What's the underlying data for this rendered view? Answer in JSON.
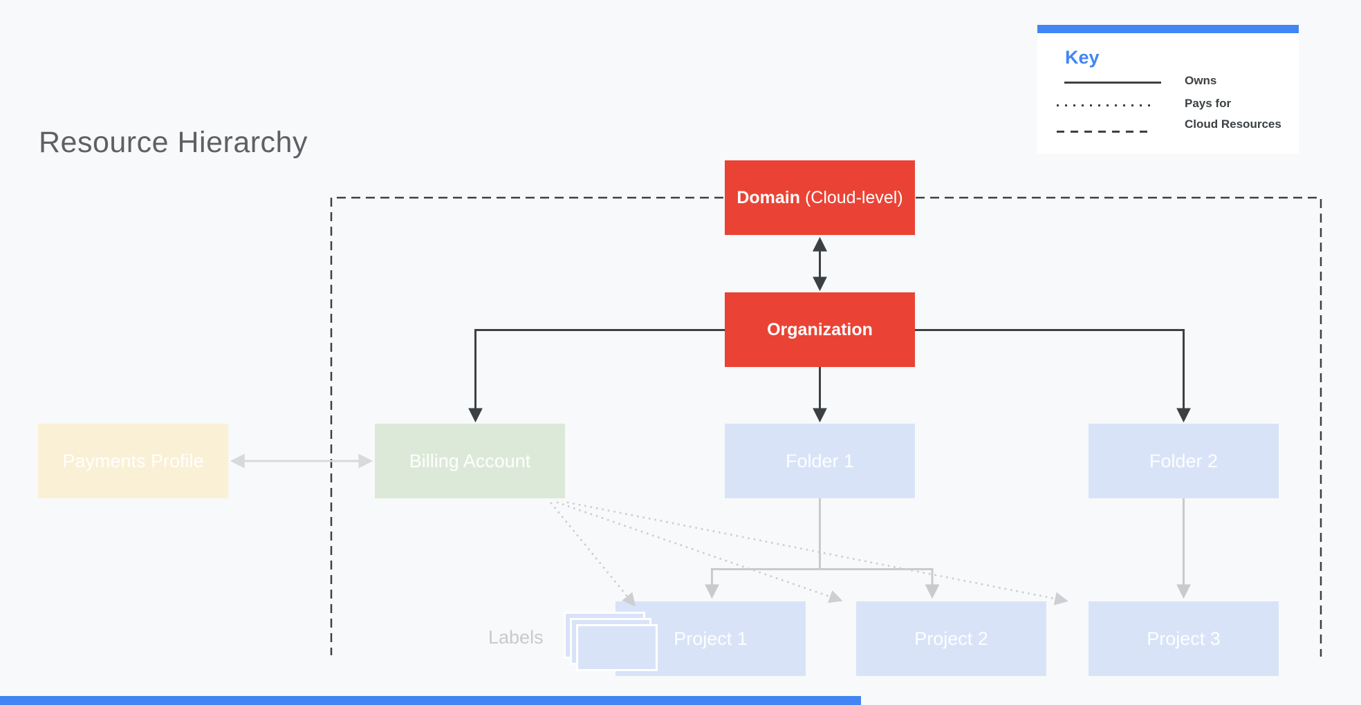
{
  "title": "Resource Hierarchy",
  "key": {
    "title": "Key",
    "items": [
      {
        "id": "owns",
        "line_style": "solid",
        "label": "Owns"
      },
      {
        "id": "pays-for",
        "line_style": "dotted",
        "label": "Pays for"
      },
      {
        "id": "cloud-resources",
        "line_style": "dashed",
        "label": "Cloud Resources"
      }
    ]
  },
  "nodes": {
    "domain": {
      "label_bold": "Domain",
      "label_rest": " (Cloud-level)",
      "color": "#EA4335"
    },
    "organization": {
      "label": "Organization",
      "color": "#EA4335"
    },
    "payments_profile": {
      "label": "Payments Profile",
      "color": "#FAF0D5"
    },
    "billing_account": {
      "label": "Billing Account",
      "color": "#DCE9D8"
    },
    "folder1": {
      "label": "Folder 1",
      "color": "#D9E3F8"
    },
    "folder2": {
      "label": "Folder 2",
      "color": "#D9E3F8"
    },
    "project1": {
      "label": "Project 1",
      "color": "#D9E3F8"
    },
    "project2": {
      "label": "Project 2",
      "color": "#D9E3F8"
    },
    "project3": {
      "label": "Project 3",
      "color": "#D9E3F8"
    }
  },
  "labels_caption": "Labels",
  "edges": [
    {
      "from": "domain",
      "to": "organization",
      "type": "owns",
      "bidirectional": true
    },
    {
      "from": "organization",
      "to": "billing_account",
      "type": "owns"
    },
    {
      "from": "organization",
      "to": "folder1",
      "type": "owns"
    },
    {
      "from": "organization",
      "to": "folder2",
      "type": "owns"
    },
    {
      "from": "payments_profile",
      "to": "billing_account",
      "type": "owns",
      "bidirectional": true
    },
    {
      "from": "folder1",
      "to": "project1",
      "type": "owns"
    },
    {
      "from": "folder1",
      "to": "project2",
      "type": "owns"
    },
    {
      "from": "folder2",
      "to": "project3",
      "type": "owns"
    },
    {
      "from": "billing_account",
      "to": "project1",
      "type": "pays_for"
    },
    {
      "from": "billing_account",
      "to": "project2",
      "type": "pays_for"
    },
    {
      "from": "billing_account",
      "to": "project3",
      "type": "pays_for"
    }
  ],
  "colors": {
    "background": "#F8F9FA",
    "accent_blue": "#4285F4",
    "node_red": "#EA4335",
    "dark_line": "#3C4043",
    "gray_line": "#C8CACC",
    "dotted_line": "#CDD0D3"
  }
}
